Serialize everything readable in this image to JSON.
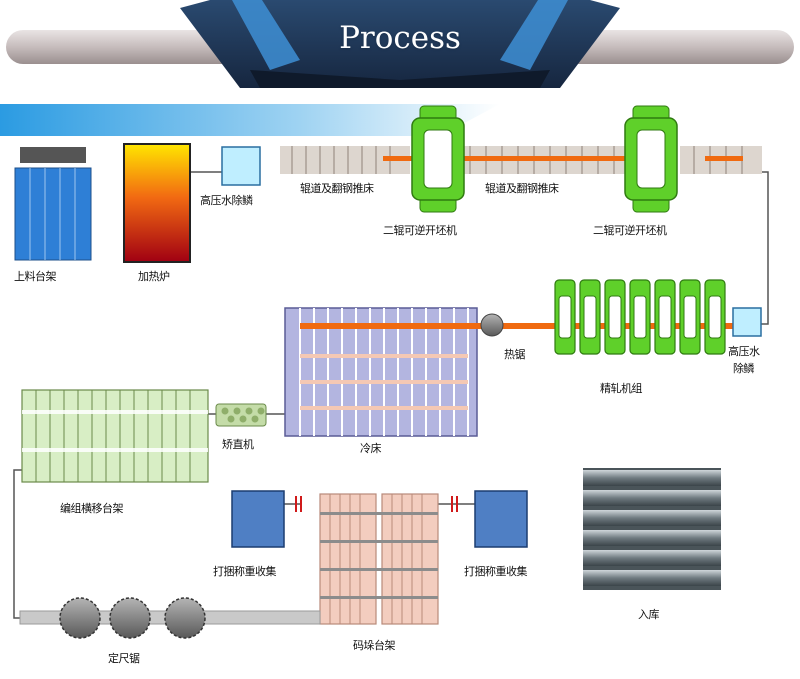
{
  "header": {
    "title": "Process"
  },
  "stages": {
    "loading_rack": "上料台架",
    "heating_furnace": "加热炉",
    "descaler_1": "高压水除鳞",
    "roller_table_1": "辊道及翻钢推床",
    "roller_table_2": "辊道及翻钢推床",
    "mill_1": "二辊可逆开坯机",
    "mill_2": "二辊可逆开坯机",
    "descaler_2_line1": "高压水",
    "descaler_2_line2": "除鳞",
    "finishing_mill": "精轧机组",
    "hot_saw": "热锯",
    "cooling_bed": "冷床",
    "straightener": "矫直机",
    "transfer_rack": "编组横移台架",
    "stack_collect_left": "打捆称重收集",
    "stack_collect_right": "打捆称重收集",
    "stacking_rack": "码垛台架",
    "cut_saw": "定尺锯",
    "storage": "入库"
  },
  "colors": {
    "header_navy": "#1d3453",
    "header_blue": "#3d8ed0",
    "bar_gray": "#c9c2c2",
    "rack_blue": "#2e7fd6",
    "mill_green": "#5fd02a",
    "hot_bar": "#f06a10",
    "cooling_bed": "#b3b5e0",
    "transfer_green": "#d8eec5",
    "collect_blue": "#4f7fc4",
    "stack_pink": "#f3cdbf"
  }
}
